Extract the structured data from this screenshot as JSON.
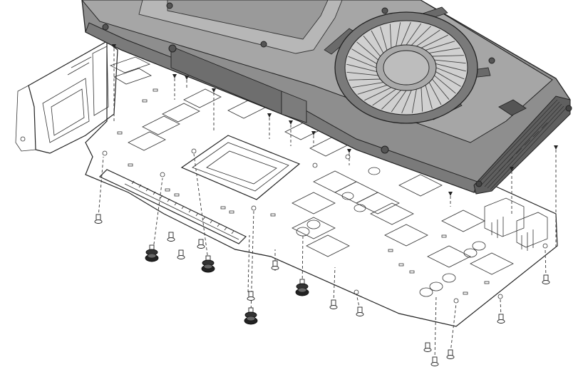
{
  "figure": {
    "description_icons": [
      "graphics-card-cooler-shroud",
      "circuit-board",
      "screw",
      "standoff-screw",
      "pcie-bracket",
      "blower-fan",
      "heatsink-fins"
    ]
  }
}
